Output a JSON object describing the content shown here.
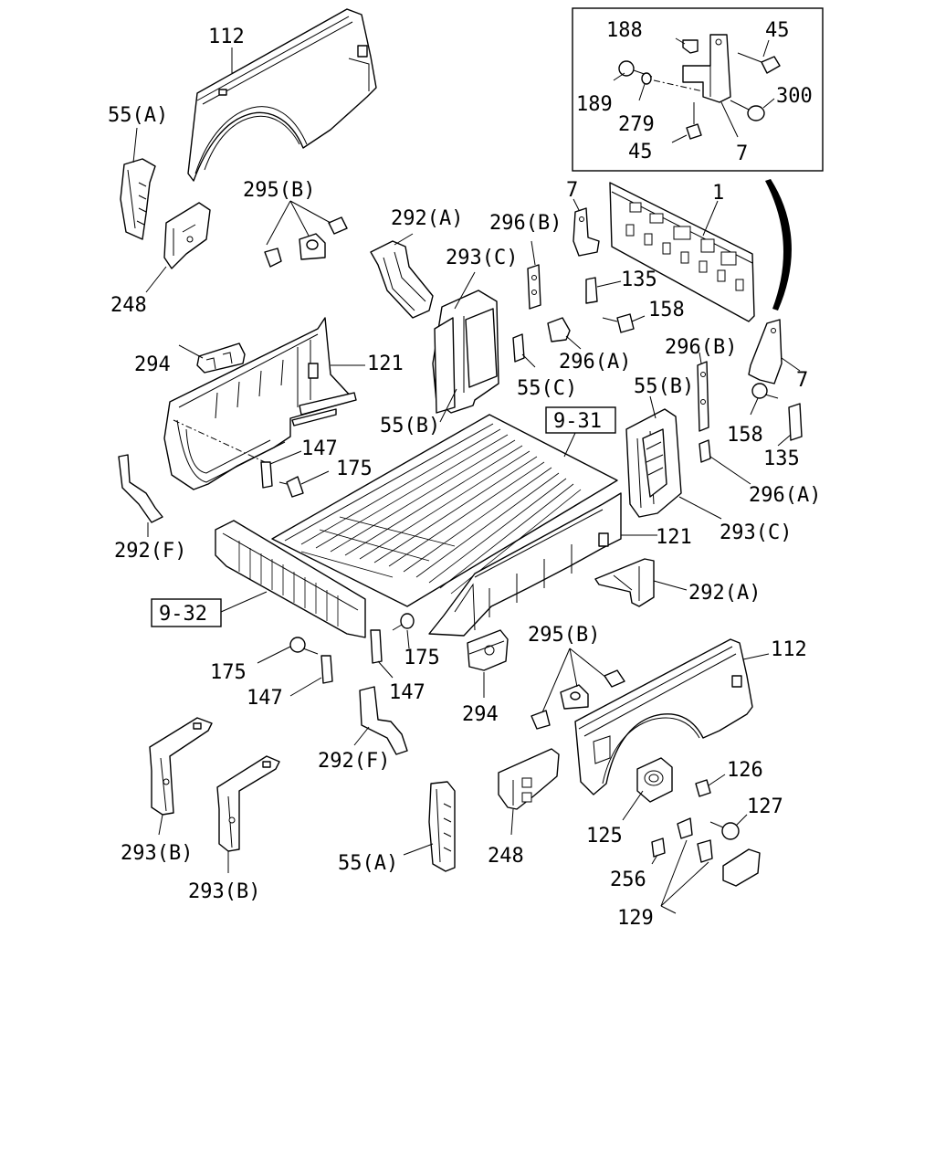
{
  "callouts": {
    "l112_top": "112",
    "l55A_top": "55(A)",
    "l295B_top": "295(B)",
    "l248_top": "248",
    "l294_top": "294",
    "l121_left": "121",
    "l147_left": "147",
    "l175_left": "175",
    "l292F_left": "292(F)",
    "l292A_top": "292(A)",
    "l293C_left": "293(C)",
    "l55B_left": "55(B)",
    "l296B_left": "296(B)",
    "l55C": "55(C)",
    "l7_mid": "7",
    "l135_left": "135",
    "l158_left": "158",
    "l296A_left": "296(A)",
    "l1": "1",
    "l296B_right": "296(B)",
    "l7_right": "7",
    "l158_right": "158",
    "l135_right": "135",
    "l55B_right": "55(B)",
    "l296A_right": "296(A)",
    "l293C_right": "293(C)",
    "l121_right": "121",
    "l292A_right": "292(A)",
    "l175_bl": "175",
    "l147_bl": "147",
    "l175_bm": "175",
    "l147_bm": "147",
    "l294_bottom": "294",
    "l295B_bottom": "295(B)",
    "l112_right": "112",
    "l126": "126",
    "l127": "127",
    "l125": "125",
    "l256": "256",
    "l129": "129",
    "l292F_bottom": "292(F)",
    "l293B_a": "293(B)",
    "l293B_b": "293(B)",
    "l55A_bottom": "55(A)",
    "l248_bottom": "248",
    "ref_931": "9-31",
    "ref_932": "9-32"
  },
  "inset": {
    "l188": "188",
    "l45_top": "45",
    "l189": "189",
    "l279": "279",
    "l300": "300",
    "l45_bottom": "45",
    "l7": "7"
  }
}
